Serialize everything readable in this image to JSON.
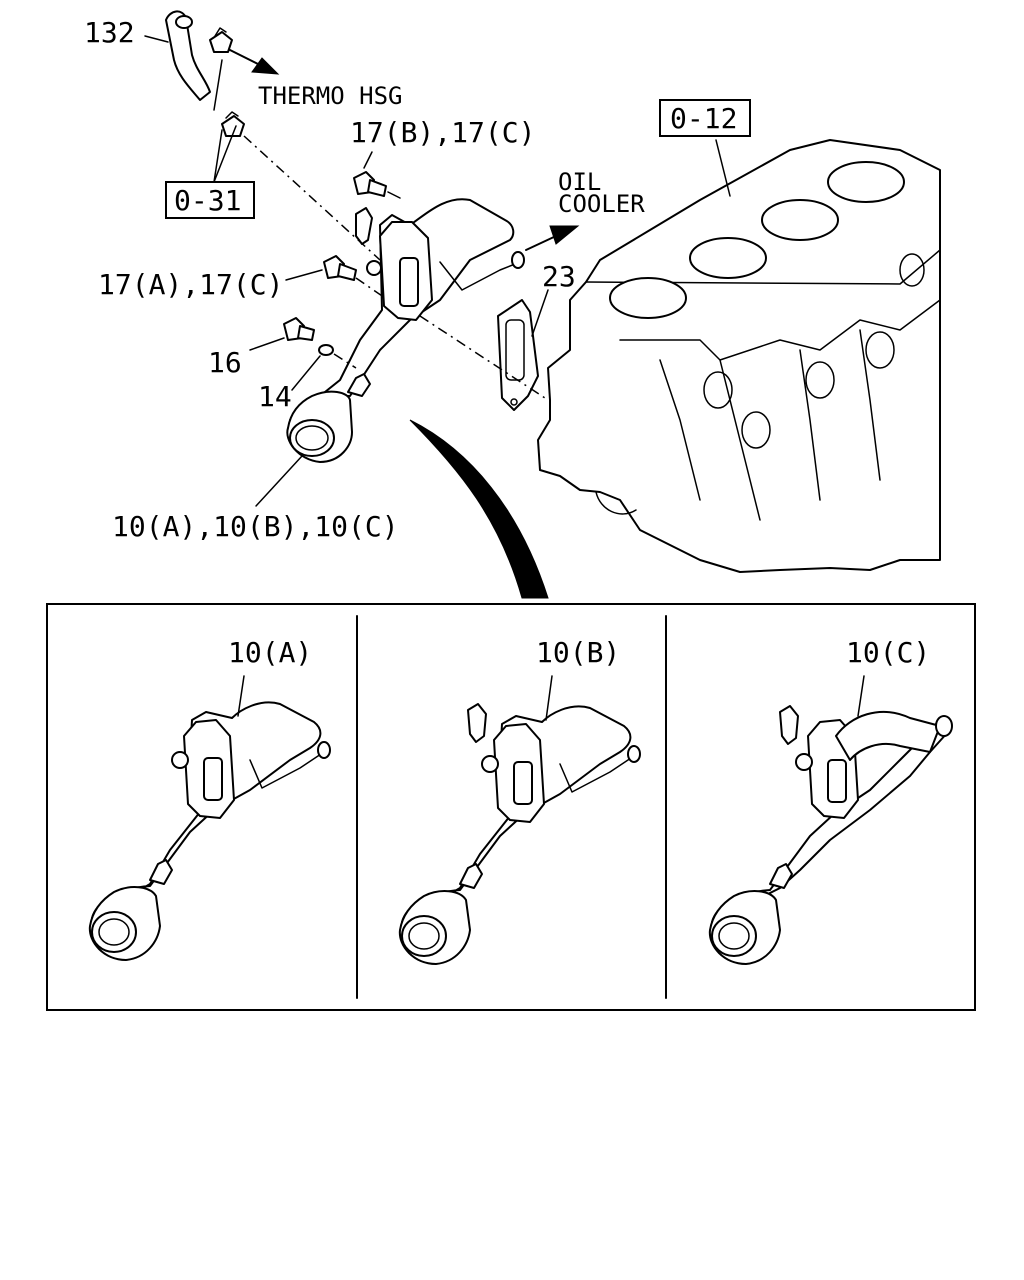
{
  "callouts": {
    "c132": "132",
    "thermo": "THERMO HSG",
    "ref031": "0-31",
    "c17bc": "17(B),17(C)",
    "oil1": "OIL",
    "oil2": "COOLER",
    "ref012": "0-12",
    "c17ac": "17(A),17(C)",
    "c23": "23",
    "c16": "16",
    "c14": "14",
    "c10all": "10(A),10(B),10(C)"
  },
  "variants": [
    {
      "label": "10(A)"
    },
    {
      "label": "10(B)"
    },
    {
      "label": "10(C)"
    }
  ]
}
